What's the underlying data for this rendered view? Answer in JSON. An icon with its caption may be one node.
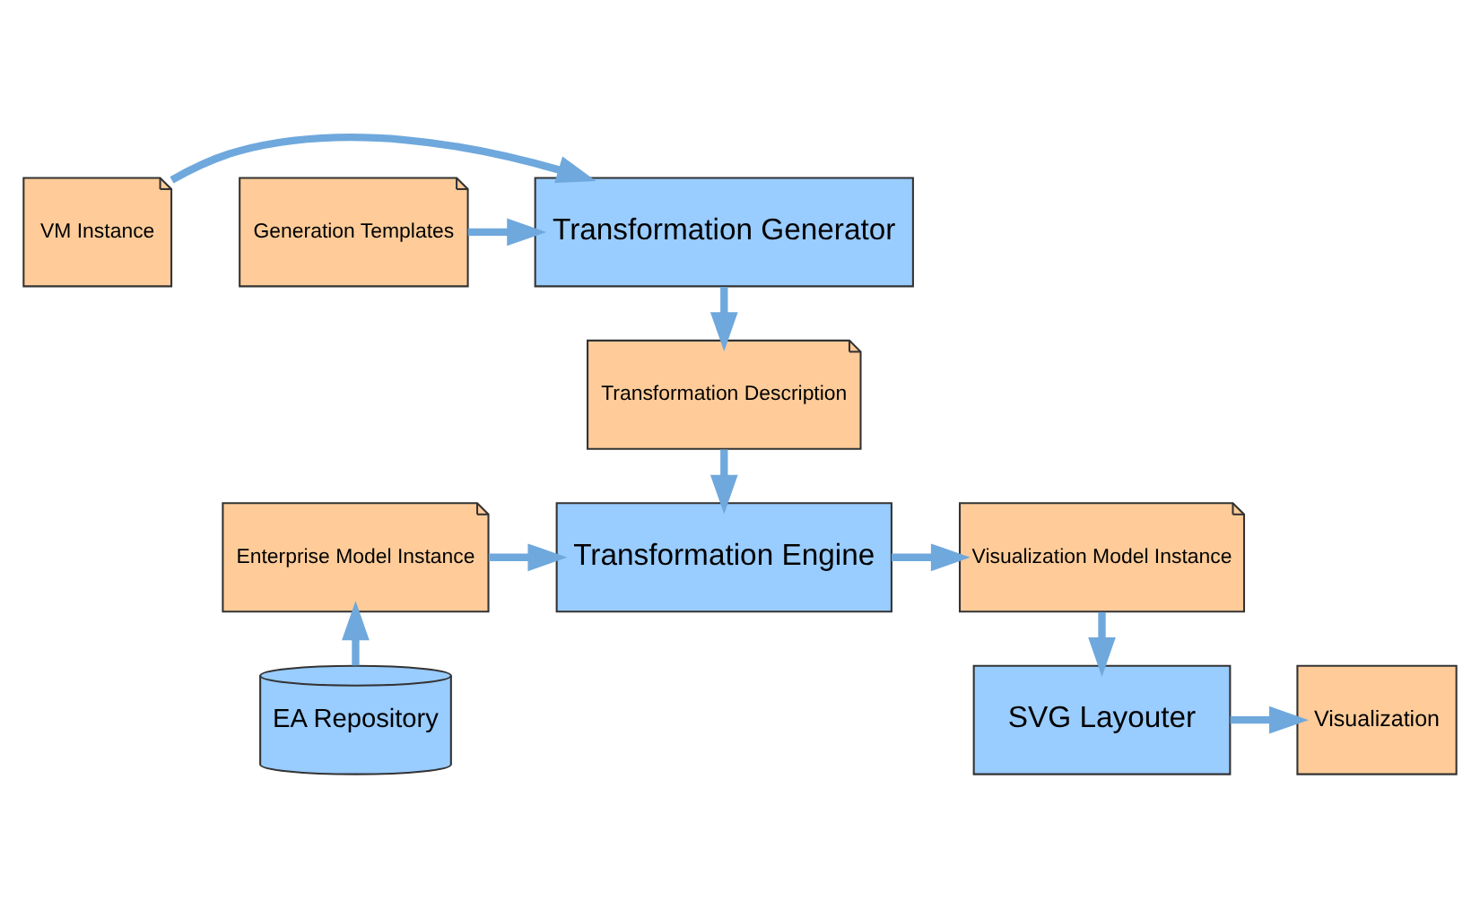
{
  "diagram": {
    "nodes": [
      {
        "text": [
          "VM Instance"
        ]
      },
      {
        "text": [
          "Transformation Generator"
        ]
      },
      {
        "text": [
          "Generation Templates"
        ]
      },
      {
        "text": [
          "Transformation Description"
        ]
      },
      {
        "text": [
          "Enterprise Model Instance"
        ]
      },
      {
        "text": [
          "Transformation Engine"
        ]
      },
      {
        "text": [
          "Visualization Model Instance"
        ]
      },
      {
        "text": [
          "EA Repository"
        ]
      },
      {
        "text": [
          "SVG Layouter"
        ]
      },
      {
        "text": [
          "Visualization"
        ]
      }
    ],
    "edges": [
      {
        "from": 0,
        "to": 1,
        "arrow": "to"
      },
      {
        "from": 2,
        "to": 1,
        "arrow": "to"
      },
      {
        "from": 1,
        "to": 3,
        "arrow": "to"
      },
      {
        "from": 3,
        "to": 5,
        "arrow": "to"
      },
      {
        "from": 7,
        "to": 4,
        "arrow": "to"
      },
      {
        "from": 4,
        "to": 5,
        "arrow": "to"
      },
      {
        "from": 5,
        "to": 6,
        "arrow": "to"
      },
      {
        "from": 6,
        "to": 8,
        "arrow": "to"
      },
      {
        "from": 8,
        "to": 9,
        "arrow": "to"
      }
    ]
  }
}
